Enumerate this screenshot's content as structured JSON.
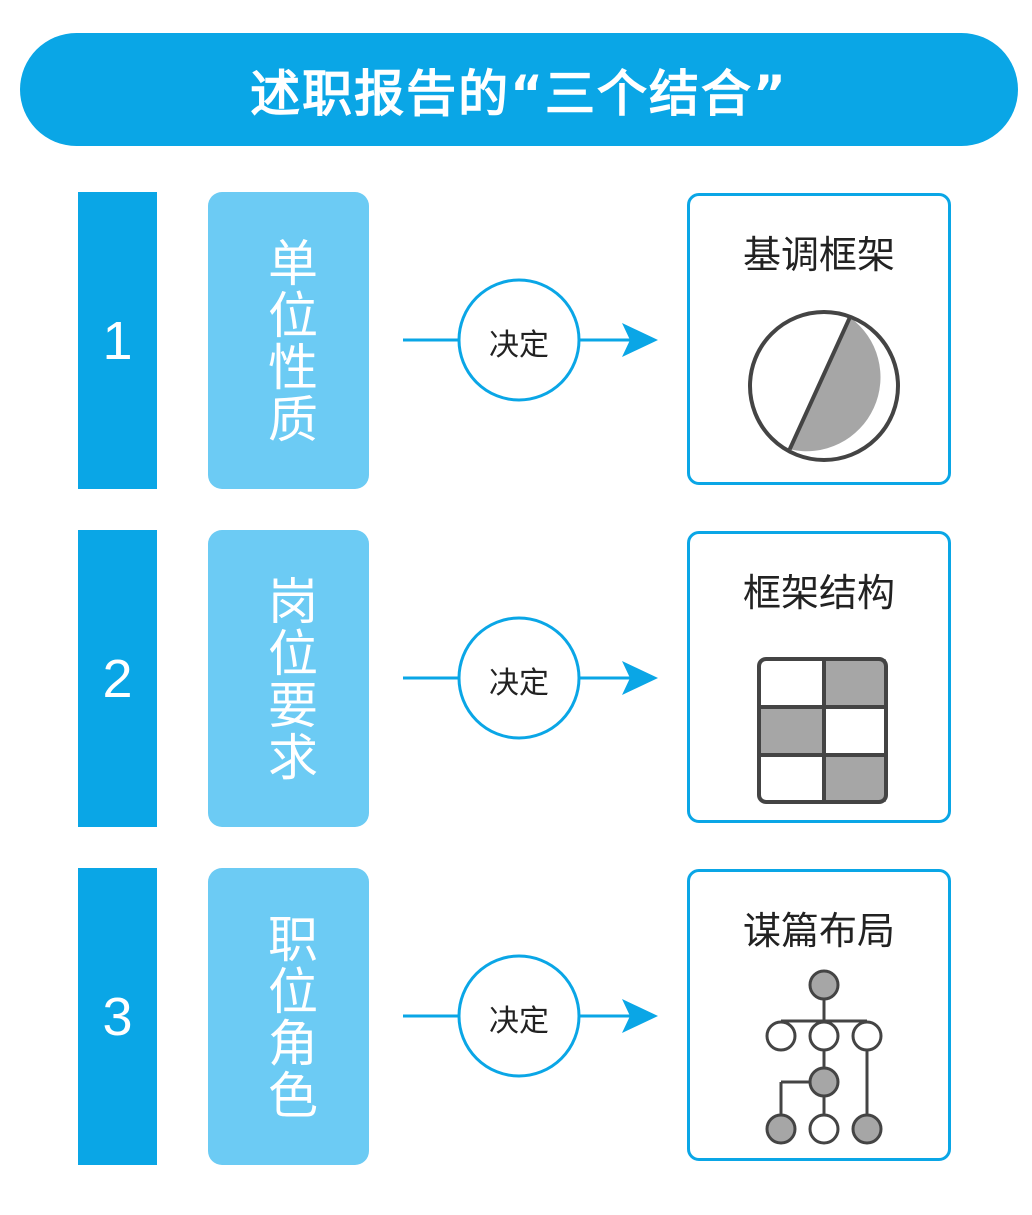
{
  "title": "述职报告的“三个结合”",
  "colors": {
    "primary": "#0aa6e6",
    "light": "#6ccbf4",
    "gray": "#a6a6a6",
    "stroke": "#444444"
  },
  "rows": [
    {
      "number": "1",
      "label": "单位性质",
      "connector": "决定",
      "result": "基调框架",
      "icon": "half-circle-icon"
    },
    {
      "number": "2",
      "label": "岗位要求",
      "connector": "决定",
      "result": "框架结构",
      "icon": "grid-icon"
    },
    {
      "number": "3",
      "label": "职位角色",
      "connector": "决定",
      "result": "谋篇布局",
      "icon": "tree-structure-icon"
    }
  ]
}
